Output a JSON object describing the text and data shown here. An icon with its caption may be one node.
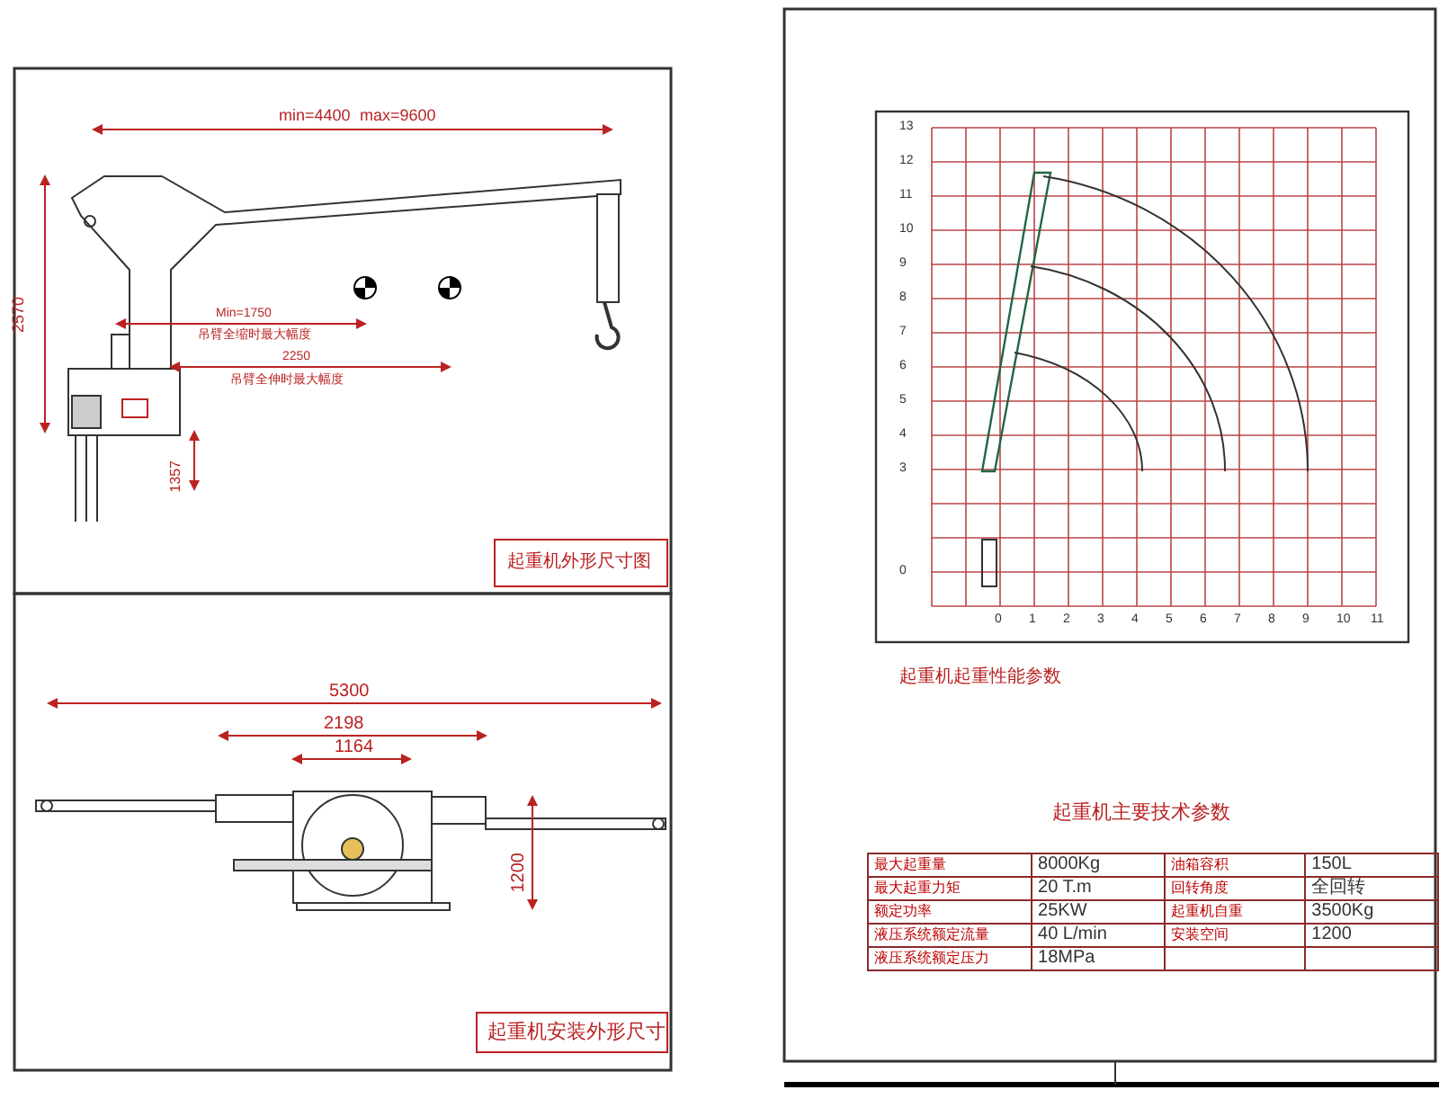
{
  "diagram": {
    "labels": [
      "min=4400",
      "max=9600",
      "2570",
      "Min=1750",
      "吊臂全缩时最大幅度",
      "2250",
      "吊臂全伸时最大幅度",
      "1357",
      "起重机外形尺寸图",
      "5300",
      "2198",
      "1164",
      "1200",
      "起重机安装外形尺寸",
      "13",
      "12",
      "11",
      "10",
      "9",
      "8",
      "7",
      "6",
      "5",
      "4",
      "3",
      "0",
      "0",
      "1",
      "2",
      "3",
      "4",
      "5",
      "6",
      "7",
      "8",
      "9",
      "10",
      "11",
      "起重机起重性能参数",
      "起重机主要技术参数",
      "最大起重量",
      "8000Kg",
      "油箱容积",
      "150L",
      "最大起重力矩",
      "20 T.m",
      "回转角度",
      "全回转",
      "额定功率",
      "25KW",
      "起重机自重",
      "3500Kg",
      "液压系统额定流量",
      "40 L/min",
      "安装空间",
      "1200",
      "液压系统额定压力",
      "18MPa"
    ]
  }
}
